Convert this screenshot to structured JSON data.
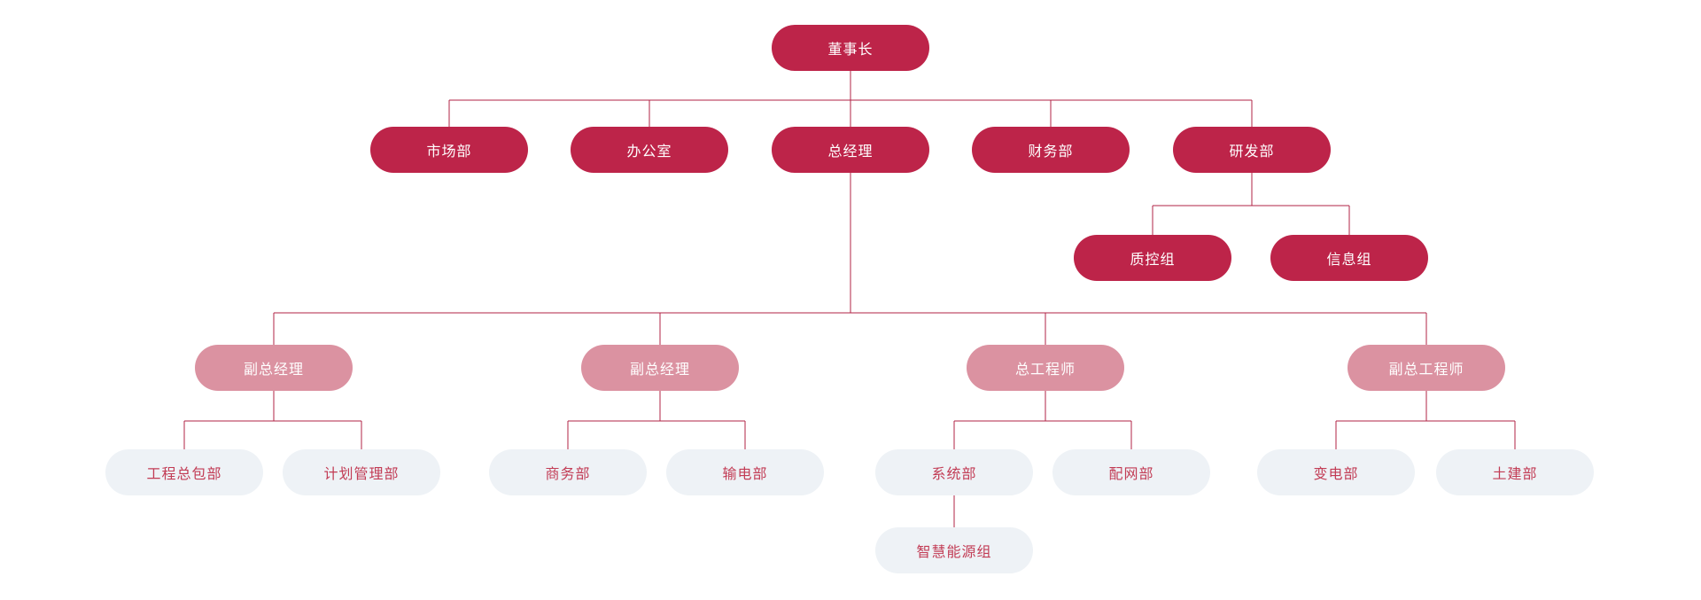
{
  "page": {
    "background": "#ffffff"
  },
  "colors": {
    "primary_node": "#bd2449",
    "secondary_node": "#db92a1",
    "tertiary_node": "#eef2f6",
    "node_text_light": "#ffffff",
    "node_text_red": "#c23c55",
    "connector_line": "#b02346"
  },
  "org_chart": {
    "type": "tree",
    "root": {
      "label": "董事长",
      "variant": "primary",
      "children": [
        {
          "label": "市场部",
          "variant": "primary",
          "children": []
        },
        {
          "label": "办公室",
          "variant": "primary",
          "children": []
        },
        {
          "label": "总经理",
          "variant": "primary",
          "children": [
            {
              "label": "副总经理",
              "variant": "secondary",
              "children": [
                {
                  "label": "工程总包部",
                  "variant": "tertiary",
                  "children": []
                },
                {
                  "label": "计划管理部",
                  "variant": "tertiary",
                  "children": []
                }
              ]
            },
            {
              "label": "副总经理",
              "variant": "secondary",
              "children": [
                {
                  "label": "商务部",
                  "variant": "tertiary",
                  "children": []
                },
                {
                  "label": "输电部",
                  "variant": "tertiary",
                  "children": []
                }
              ]
            },
            {
              "label": "总工程师",
              "variant": "secondary",
              "children": [
                {
                  "label": "系统部",
                  "variant": "tertiary",
                  "children": [
                    {
                      "label": "智慧能源组",
                      "variant": "tertiary",
                      "children": []
                    }
                  ]
                },
                {
                  "label": "配网部",
                  "variant": "tertiary",
                  "children": []
                }
              ]
            },
            {
              "label": "副总工程师",
              "variant": "secondary",
              "children": [
                {
                  "label": "变电部",
                  "variant": "tertiary",
                  "children": []
                },
                {
                  "label": "土建部",
                  "variant": "tertiary",
                  "children": []
                }
              ]
            }
          ]
        },
        {
          "label": "财务部",
          "variant": "primary",
          "children": []
        },
        {
          "label": "研发部",
          "variant": "primary",
          "children": [
            {
              "label": "质控组",
              "variant": "primary",
              "children": []
            },
            {
              "label": "信息组",
              "variant": "primary",
              "children": []
            }
          ]
        }
      ]
    }
  }
}
